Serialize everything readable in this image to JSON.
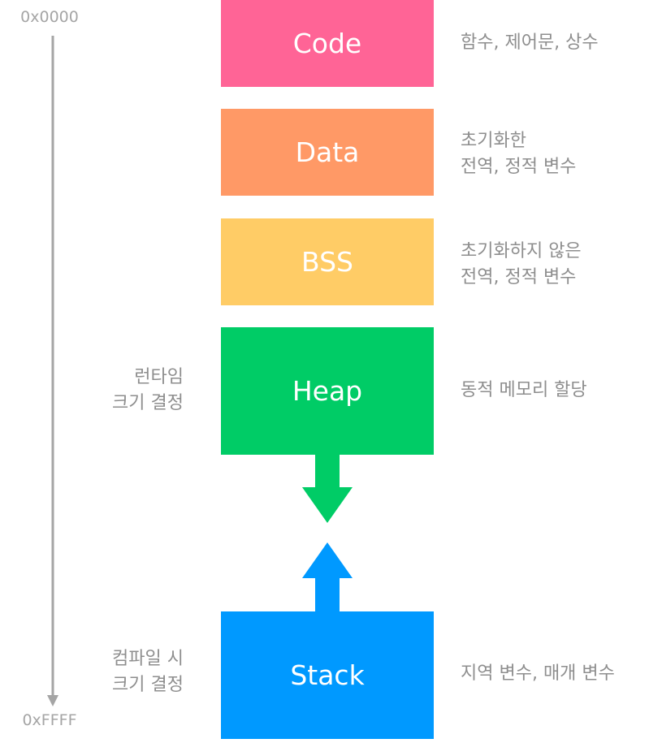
{
  "address": {
    "start": "0x0000",
    "end": "0xFFFF"
  },
  "segments": [
    {
      "name": "Code",
      "description": "함수, 제어문, 상수",
      "color": "#ff6496"
    },
    {
      "name": "Data",
      "description": "초기화한\n전역, 정적 변수",
      "color": "#ff9966"
    },
    {
      "name": "BSS",
      "description": "초기화하지 않은\n전역, 정적 변수",
      "color": "#ffcc66"
    },
    {
      "name": "Heap",
      "description": "동적 메모리 할당",
      "color": "#00cc66"
    },
    {
      "name": "Stack",
      "description": "지역 변수, 매개 변수",
      "color": "#0099ff"
    }
  ],
  "notes": {
    "runtime": "런타임\n크기 결정",
    "compile": "컴파일 시\n크기 결정"
  },
  "arrows": {
    "heap_growth": {
      "direction": "down",
      "color": "#00cc66"
    },
    "stack_growth": {
      "direction": "up",
      "color": "#0099ff"
    }
  }
}
